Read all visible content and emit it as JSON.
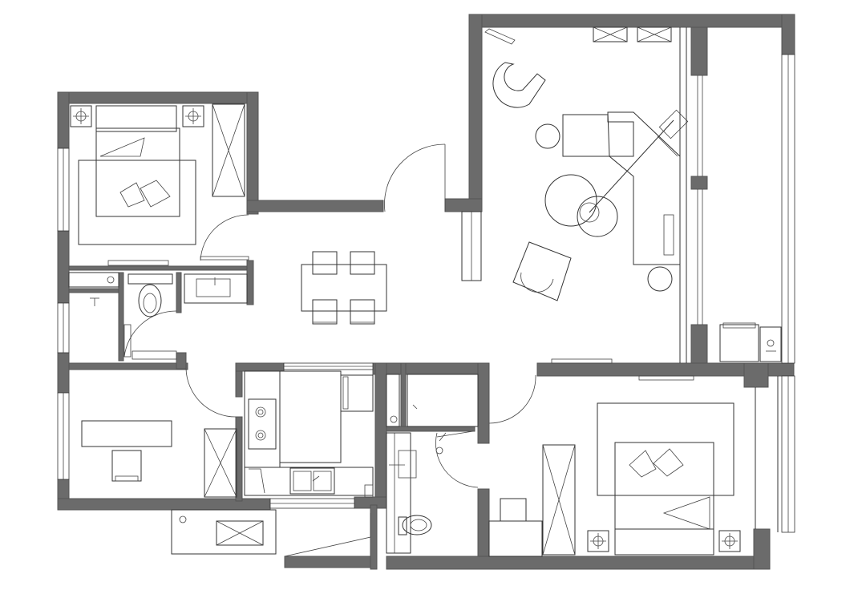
{
  "plan": {
    "rooms": [
      {
        "id": "bedroom-northwest",
        "kind": "bedroom"
      },
      {
        "id": "bathroom-west",
        "kind": "bathroom"
      },
      {
        "id": "study",
        "kind": "study"
      },
      {
        "id": "dining",
        "kind": "dining"
      },
      {
        "id": "living-room",
        "kind": "living"
      },
      {
        "id": "balcony-east",
        "kind": "balcony"
      },
      {
        "id": "kitchen",
        "kind": "kitchen"
      },
      {
        "id": "bathroom-central",
        "kind": "bathroom"
      },
      {
        "id": "bedroom-southeast",
        "kind": "bedroom"
      },
      {
        "id": "balcony-south",
        "kind": "balcony"
      }
    ],
    "colors": {
      "wall": "#6b6b6b",
      "line": "#333333",
      "background": "#ffffff"
    },
    "icons": [
      "bed-icon",
      "wardrobe-icon",
      "toilet-icon",
      "sink-icon",
      "stove-icon",
      "dining-table-icon",
      "armchair-icon",
      "desk-icon",
      "door-swing-icon",
      "washing-machine-icon"
    ]
  }
}
